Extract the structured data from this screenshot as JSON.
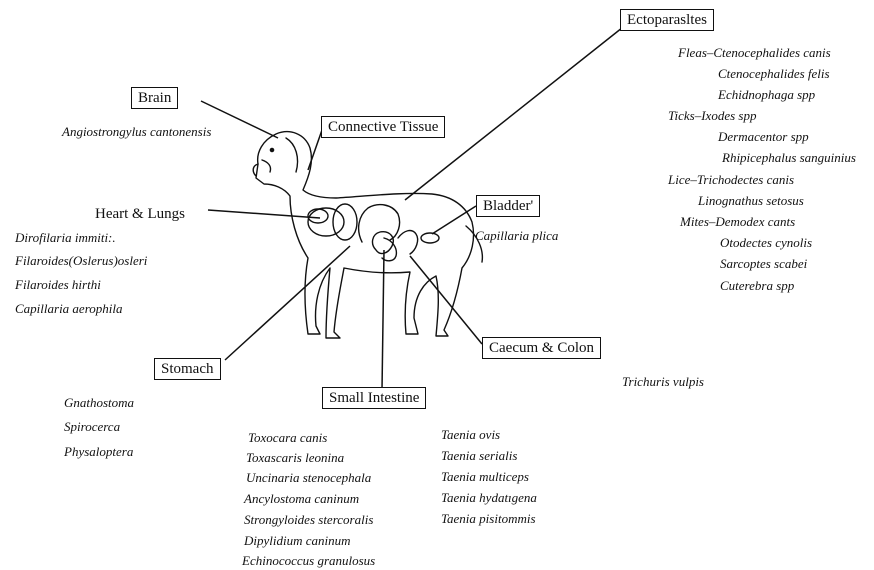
{
  "boxes": {
    "ectoparasites": "Ectoparasltes",
    "brain": "Brain",
    "connective": "Connective Tissue",
    "heart": "Heart & Lungs",
    "bladder": "Bladder'",
    "stomach": "Stomach",
    "small_intestine": "Small Intestine",
    "caecum": "Caecum & Colon"
  },
  "brain_parasite": "Angiostrongylus cantonensis",
  "bladder_parasite": "Capillaria plica",
  "caecum_parasite": "Trichuris vulpis",
  "ecto_list": [
    "Fleas–Ctenocephalides canis",
    "Ctenocephalides felis",
    "Echidnophaga spp",
    "Ticks–Ixodes spp",
    "Dermacentor spp",
    "Rhipicephalus sanguinius",
    "Lice–Trichodectes canis",
    "Linognathus setosus",
    "Mites–Demodex cants",
    "Otodectes cynolis",
    "Sarcoptes scabei",
    "Cuterebra spp"
  ],
  "heart_list": [
    "Dirofilaria immiti:.",
    "Filaroides(Oslerus)osleri",
    "Filaroides hirthi",
    "Capillaria aerophila"
  ],
  "stomach_list": [
    "Gnathostoma",
    "Spirocerca",
    "Physaloptera"
  ],
  "si_list_left": [
    "Toxocara canis",
    "Toxascaris leonina",
    "Uncinaria stenocephala",
    "Ancylostoma caninum",
    "Strongyloides stercoralis",
    "Dipylidium caninum",
    "Echinococcus granulosus"
  ],
  "si_list_right": [
    "Taenia ovis",
    "Taenia serialis",
    "Taenia multiceps",
    "Taenia hydatıgena",
    "Taenia pisitommis"
  ]
}
